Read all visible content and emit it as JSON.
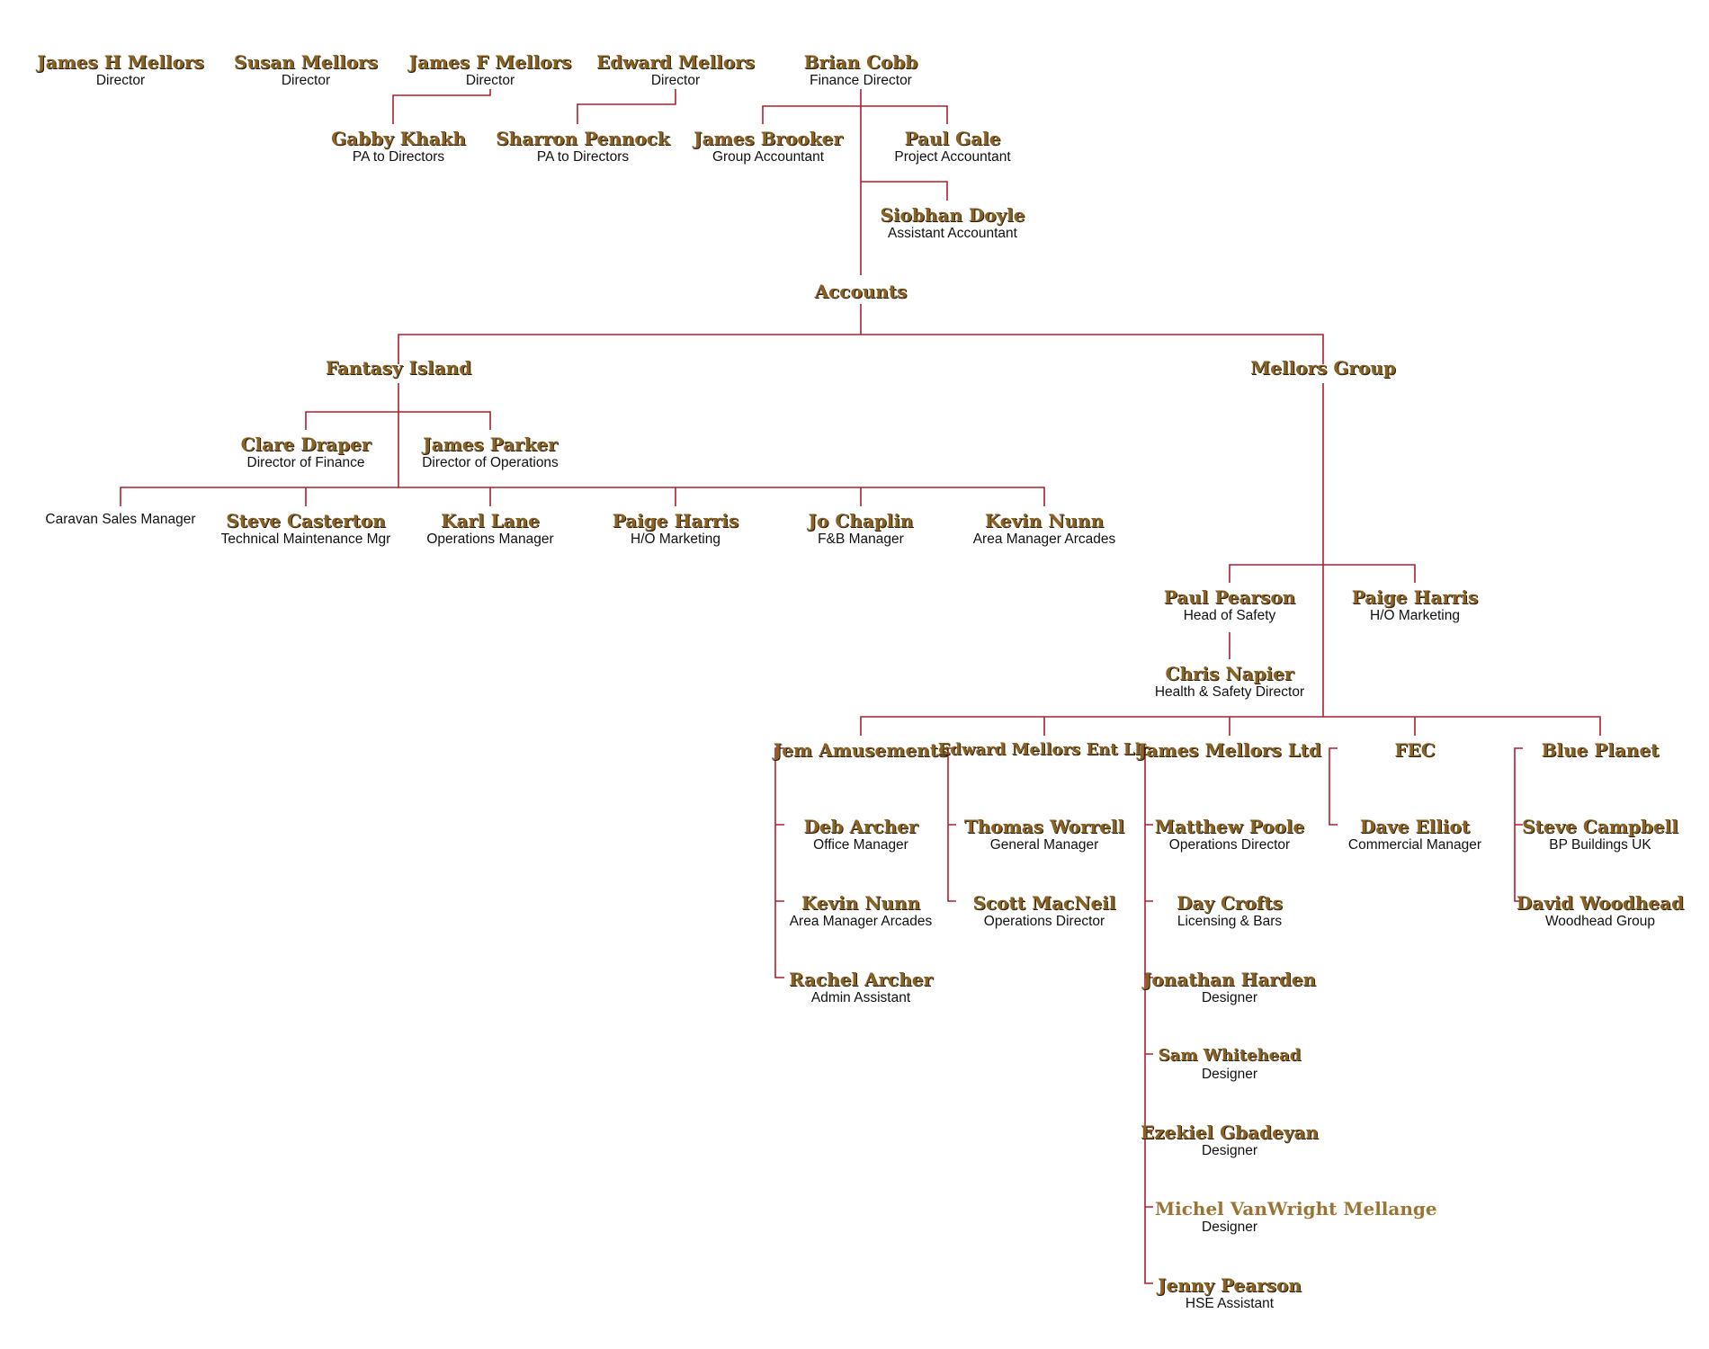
{
  "colors": {
    "line": "#b01e2f",
    "name": "#8a6324",
    "title": "#111111",
    "background": "#ffffff"
  },
  "people": {
    "james_h_mellors": {
      "name": "James H Mellors",
      "title": "Director"
    },
    "susan_mellors": {
      "name": "Susan Mellors",
      "title": "Director"
    },
    "james_f_mellors": {
      "name": "James F Mellors",
      "title": "Director"
    },
    "edward_mellors": {
      "name": "Edward Mellors",
      "title": "Director"
    },
    "brian_cobb": {
      "name": "Brian Cobb",
      "title": "Finance Director"
    },
    "gabby_khakh": {
      "name": "Gabby Khakh",
      "title": "PA to Directors"
    },
    "sharron_pennock": {
      "name": "Sharron Pennock",
      "title": "PA to Directors"
    },
    "james_brooker": {
      "name": "James Brooker",
      "title": "Group Accountant"
    },
    "paul_gale": {
      "name": "Paul Gale",
      "title": "Project Accountant"
    },
    "siobhan_doyle": {
      "name": "Siobhan Doyle",
      "title": "Assistant Accountant"
    },
    "accounts": {
      "name": "Accounts"
    },
    "fantasy_island": {
      "name": "Fantasy Island"
    },
    "mellors_group": {
      "name": "Mellors Group"
    },
    "clare_draper": {
      "name": "Clare Draper",
      "title": "Director of Finance"
    },
    "james_parker": {
      "name": "James Parker",
      "title": "Director of Operations"
    },
    "caravan_sales": {
      "title": "Caravan Sales Manager"
    },
    "steve_casterton": {
      "name": "Steve Casterton",
      "title": "Technical Maintenance Mgr"
    },
    "karl_lane": {
      "name": "Karl Lane",
      "title": "Operations Manager"
    },
    "paige_harris_fi": {
      "name": "Paige Harris",
      "title": "H/O Marketing"
    },
    "jo_chaplin": {
      "name": "Jo Chaplin",
      "title": "F&B Manager"
    },
    "kevin_nunn_fi": {
      "name": "Kevin Nunn",
      "title": "Area Manager Arcades"
    },
    "paul_pearson": {
      "name": "Paul Pearson",
      "title": "Head of Safety"
    },
    "paige_harris_mg": {
      "name": "Paige Harris",
      "title": "H/O Marketing"
    },
    "chris_napier": {
      "name": "Chris Napier",
      "title": "Health & Safety Director"
    },
    "jem_amusements": {
      "name": "Jem Amusements"
    },
    "edward_mellors_ent": {
      "name": "Edward Mellors Ent Llc"
    },
    "james_mellors_ltd": {
      "name": "James Mellors Ltd"
    },
    "fec": {
      "name": "FEC"
    },
    "blue_planet": {
      "name": "Blue Planet"
    },
    "deb_archer": {
      "name": "Deb Archer",
      "title": "Office Manager"
    },
    "kevin_nunn_jem": {
      "name": "Kevin Nunn",
      "title": "Area Manager Arcades"
    },
    "rachel_archer": {
      "name": "Rachel Archer",
      "title": "Admin Assistant"
    },
    "thomas_worrell": {
      "name": "Thomas Worrell",
      "title": "General Manager"
    },
    "scott_macneil": {
      "name": "Scott MacNeil",
      "title": "Operations Director"
    },
    "matthew_poole": {
      "name": "Matthew Poole",
      "title": "Operations Director"
    },
    "day_crofts": {
      "name": "Day Crofts",
      "title": "Licensing & Bars"
    },
    "jonathan_harden": {
      "name": "Jonathan Harden",
      "title": "Designer"
    },
    "sam_whitehead": {
      "name": "Sam Whitehead",
      "title": "Designer"
    },
    "ezekiel_gbadeyan": {
      "name": "Ezekiel Gbadeyan",
      "title": "Designer"
    },
    "michel_vanwright": {
      "name": "Michel VanWright Mellange",
      "title": "Designer"
    },
    "jenny_pearson": {
      "name": "Jenny Pearson",
      "title": "HSE Assistant"
    },
    "dave_elliot": {
      "name": "Dave Elliot",
      "title": "Commercial Manager"
    },
    "steve_campbell": {
      "name": "Steve Campbell",
      "title": "BP Buildings UK"
    },
    "david_woodhead": {
      "name": "David Woodhead",
      "title": "Woodhead Group"
    }
  }
}
